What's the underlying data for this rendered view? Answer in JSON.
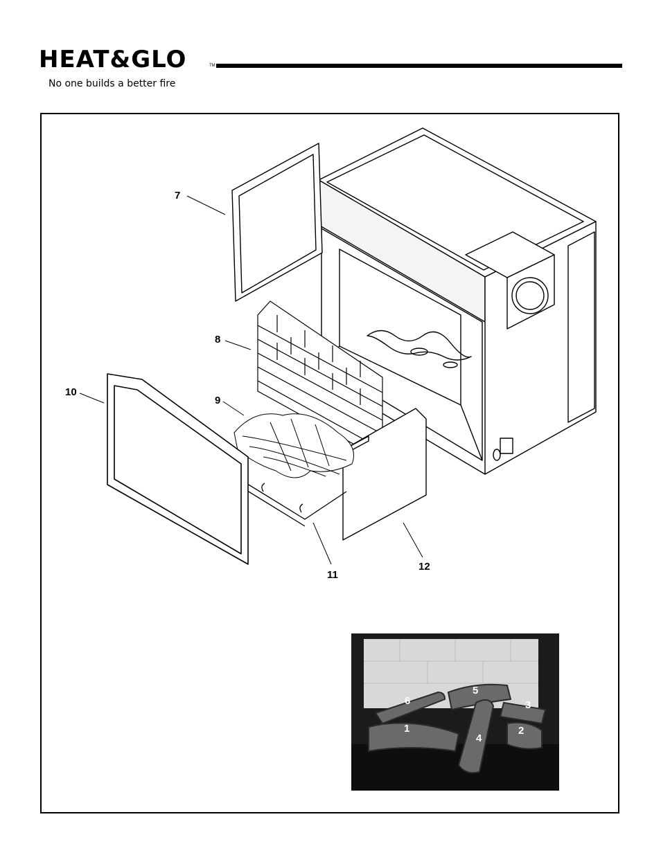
{
  "header": {
    "brand": "HEAT&GLO",
    "trademark": "TM",
    "tagline": "No one builds a better fire"
  },
  "diagram": {
    "callouts": [
      "7",
      "8",
      "9",
      "10",
      "11",
      "12"
    ]
  },
  "photo": {
    "log_labels": [
      "1",
      "2",
      "3",
      "4",
      "5",
      "6"
    ]
  }
}
